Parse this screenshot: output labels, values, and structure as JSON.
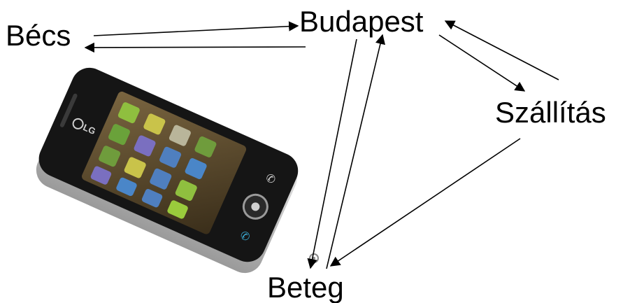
{
  "nodes": {
    "becs": "Bécs",
    "budapest": "Budapest",
    "szallitas": "Szállítás",
    "beteg": "Beteg"
  },
  "phone": {
    "brand": "LG"
  },
  "colors": {
    "text": "#000000",
    "arrow": "#000000",
    "phone_body": "#1a1a1a",
    "phone_screen": "#5c4a2c",
    "phone_bezel": "#c8c8c8"
  },
  "icons": {
    "phone_image": "mobile-phone-photo",
    "camera": "camera-icon"
  }
}
